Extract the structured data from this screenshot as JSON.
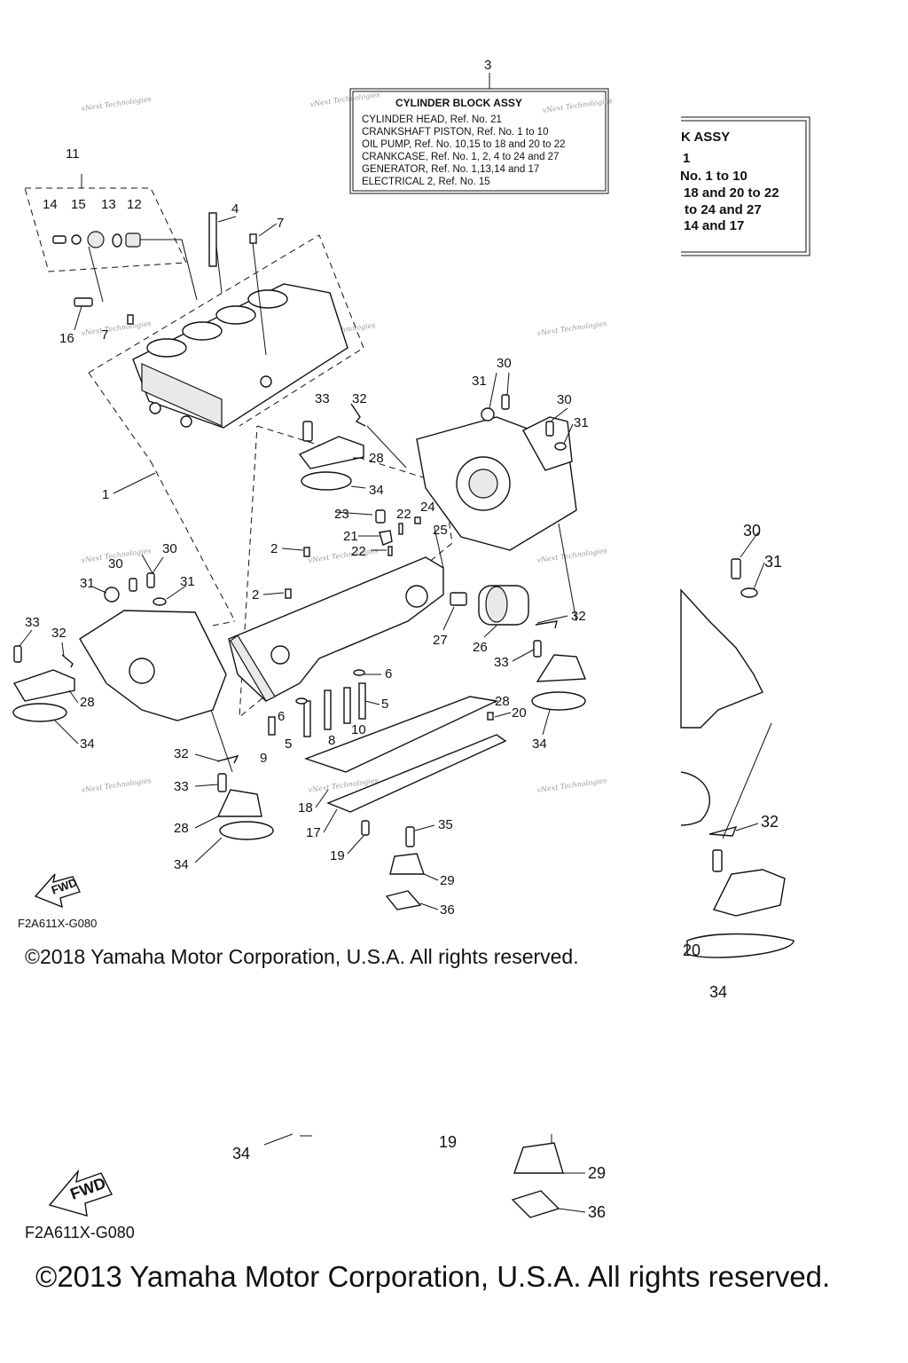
{
  "assy_box": {
    "ref": "3",
    "title": "CYLINDER BLOCK ASSY",
    "lines": [
      "CYLINDER HEAD, Ref. No. 21",
      "CRANKSHAFT PISTON, Ref. No. 1 to 10",
      "OIL PUMP, Ref. No. 10,15 to 18 and 20 to 22",
      "CRANKCASE, Ref. No. 1, 2, 4 to 24 and 27",
      "GENERATOR, Ref. No. 1,13,14 and 17",
      "ELECTRICAL 2,  Ref. No. 15"
    ]
  },
  "assy_box_partial": {
    "title": "K ASSY",
    "lines": [
      "1",
      "No. 1 to 10",
      "18 and 20 to 22",
      "to 24 and 27",
      "14 and 17"
    ]
  },
  "watermark": "vNext Technologies",
  "labels": [
    {
      "id": "l11",
      "text": "11"
    },
    {
      "id": "l14",
      "text": "14"
    },
    {
      "id": "l15",
      "text": "15"
    },
    {
      "id": "l13",
      "text": "13"
    },
    {
      "id": "l12",
      "text": "12"
    },
    {
      "id": "l4",
      "text": "4"
    },
    {
      "id": "l7",
      "text": "7"
    },
    {
      "id": "l16",
      "text": "16"
    },
    {
      "id": "l7b",
      "text": "7"
    },
    {
      "id": "l33a",
      "text": "33"
    },
    {
      "id": "l32a",
      "text": "32"
    },
    {
      "id": "l28a",
      "text": "28"
    },
    {
      "id": "l34a",
      "text": "34"
    },
    {
      "id": "l1",
      "text": "1"
    },
    {
      "id": "l30a",
      "text": "30"
    },
    {
      "id": "l31a",
      "text": "31"
    },
    {
      "id": "l30b",
      "text": "30"
    },
    {
      "id": "l31b",
      "text": "31"
    },
    {
      "id": "l23",
      "text": "23"
    },
    {
      "id": "l22a",
      "text": "22"
    },
    {
      "id": "l24",
      "text": "24"
    },
    {
      "id": "l21",
      "text": "21"
    },
    {
      "id": "l25",
      "text": "25"
    },
    {
      "id": "l22b",
      "text": "22"
    },
    {
      "id": "l2a",
      "text": "2"
    },
    {
      "id": "l2b",
      "text": "2"
    },
    {
      "id": "l30c",
      "text": "30"
    },
    {
      "id": "l30d",
      "text": "30"
    },
    {
      "id": "l31c",
      "text": "31"
    },
    {
      "id": "l31d",
      "text": "31"
    },
    {
      "id": "l33b",
      "text": "33"
    },
    {
      "id": "l32b",
      "text": "32"
    },
    {
      "id": "l28b",
      "text": "28"
    },
    {
      "id": "l34b",
      "text": "34"
    },
    {
      "id": "l27",
      "text": "27"
    },
    {
      "id": "l26",
      "text": "26"
    },
    {
      "id": "l32c",
      "text": "32"
    },
    {
      "id": "l33c",
      "text": "33"
    },
    {
      "id": "l6a",
      "text": "6"
    },
    {
      "id": "l5a",
      "text": "5"
    },
    {
      "id": "l28c",
      "text": "28"
    },
    {
      "id": "l20a",
      "text": "20"
    },
    {
      "id": "l6b",
      "text": "6"
    },
    {
      "id": "l5b",
      "text": "5"
    },
    {
      "id": "l8",
      "text": "8"
    },
    {
      "id": "l10",
      "text": "10"
    },
    {
      "id": "l9",
      "text": "9"
    },
    {
      "id": "l34c",
      "text": "34"
    },
    {
      "id": "l32d",
      "text": "32"
    },
    {
      "id": "l33d",
      "text": "33"
    },
    {
      "id": "l18",
      "text": "18"
    },
    {
      "id": "l28d",
      "text": "28"
    },
    {
      "id": "l17",
      "text": "17"
    },
    {
      "id": "l35",
      "text": "35"
    },
    {
      "id": "l34d",
      "text": "34"
    },
    {
      "id": "l19",
      "text": "19"
    },
    {
      "id": "l29",
      "text": "29"
    },
    {
      "id": "l36",
      "text": "36"
    },
    {
      "id": "l30e",
      "text": "30"
    },
    {
      "id": "l31e",
      "text": "31"
    },
    {
      "id": "l32e",
      "text": "32"
    },
    {
      "id": "l20b",
      "text": "20"
    },
    {
      "id": "l34e",
      "text": "34"
    },
    {
      "id": "l34f",
      "text": "34"
    },
    {
      "id": "l19b",
      "text": "19"
    },
    {
      "id": "l29b",
      "text": "29"
    },
    {
      "id": "l36b",
      "text": "36"
    }
  ],
  "fwd_label": "FWD",
  "figure_code": "F2A611X-G080",
  "copyright_2018": "©2018 Yamaha Motor Corporation, U.S.A. All rights reserved.",
  "copyright_2013": "©2013 Yamaha Motor Corporation, U.S.A. All rights reserved."
}
